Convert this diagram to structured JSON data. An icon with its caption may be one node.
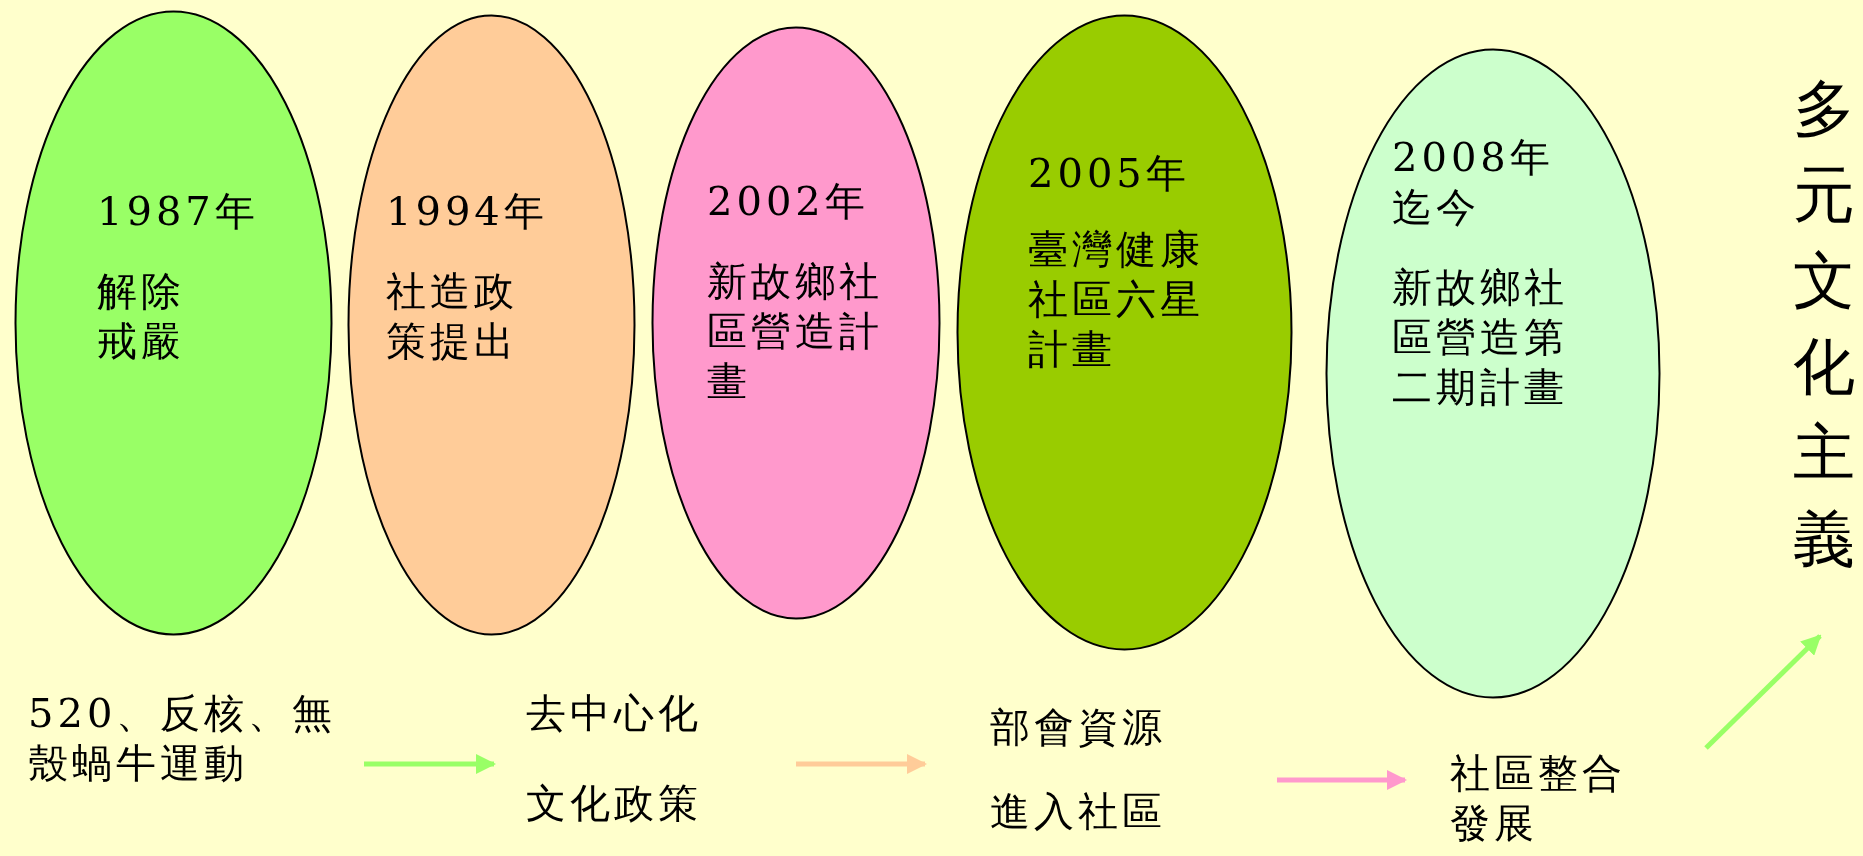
{
  "diagram": {
    "nodes": [
      {
        "text": [
          "1987年",
          "解除戒嚴"
        ]
      },
      {
        "text": [
          "1994年",
          "社造政策提出"
        ]
      },
      {
        "text": [
          "2002年",
          "新故鄉社區營造計畫"
        ]
      },
      {
        "text": [
          "2005年",
          "臺灣健康社區六星計畫"
        ]
      },
      {
        "text": [
          "2008年迄今",
          "新故鄉社區營造第二期計畫"
        ]
      },
      {
        "text": [
          "520、反核、無殼蝸牛運動"
        ]
      },
      {
        "text": [
          "去中心化",
          "文化政策"
        ]
      },
      {
        "text": [
          "部會資源",
          "進入社區"
        ]
      },
      {
        "text": [
          "社區整合發展"
        ]
      },
      {
        "text": [
          "多元文化主義"
        ]
      }
    ],
    "edges": [
      {
        "from": 5,
        "to": 6,
        "arrow": "to",
        "color": "#99ff66"
      },
      {
        "from": 6,
        "to": 7,
        "arrow": "to",
        "color": "#ffcc99"
      },
      {
        "from": 7,
        "to": 8,
        "arrow": "to",
        "color": "#ff99cc"
      },
      {
        "from": 8,
        "to": 9,
        "arrow": "to",
        "color": "#99ff66"
      }
    ]
  }
}
